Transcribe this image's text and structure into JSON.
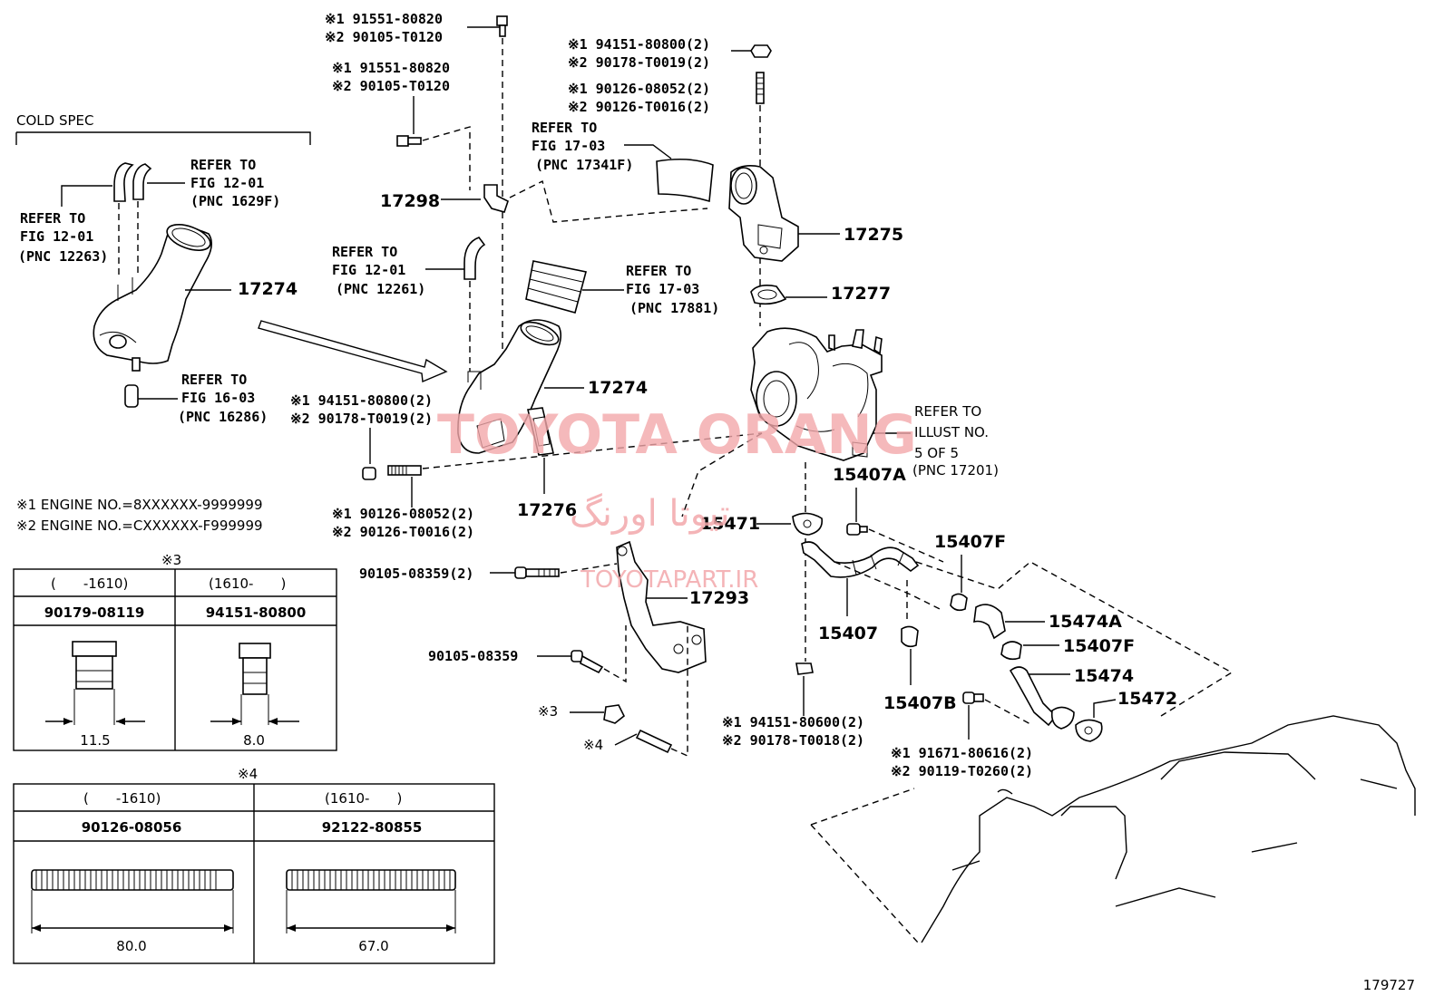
{
  "watermark": {
    "brand": "TOYOTA ORANG",
    "persian": "تیوتا اورنگ",
    "site": "TOYOTAPART.IR"
  },
  "figure_number": "179727",
  "cold_spec": "COLD SPEC",
  "engine_notes": [
    "※1 ENGINE NO.=8XXXXXX-9999999",
    "※2 ENGINE NO.=CXXXXXX-F999999"
  ],
  "refer_notes": {
    "fig1201_12263": [
      "REFER TO",
      "FIG 12-01",
      "(PNC 12263)"
    ],
    "fig1201_1629f": [
      "REFER TO",
      "FIG 12-01",
      "(PNC 1629F)"
    ],
    "fig1603": [
      "REFER TO",
      "FIG 16-03",
      "(PNC 16286)"
    ],
    "fig1201_12261": [
      "REFER TO",
      "FIG 12-01",
      "(PNC 12261)"
    ],
    "fig1703_17341f": [
      "REFER TO",
      "FIG 17-03",
      "(PNC 17341F)"
    ],
    "fig1703_17881": [
      "REFER TO",
      "FIG 17-03",
      "(PNC 17881)"
    ],
    "illust5": [
      "REFER TO",
      "ILLUST NO.",
      "5 OF 5",
      "(PNC 17201)"
    ]
  },
  "part_numbers": {
    "p17274_left": "17274",
    "p17274": "17274",
    "p17298": "17298",
    "p17275": "17275",
    "p17277": "17277",
    "p17276": "17276",
    "p17293": "17293",
    "p15407A": "15407A",
    "p15471": "15471",
    "p15407F_top": "15407F",
    "p15474A": "15474A",
    "p15407F_bot": "15407F",
    "p15407": "15407",
    "p15474": "15474",
    "p15472": "15472",
    "p15407B": "15407B"
  },
  "callouts": {
    "top_bolt": [
      "※1 91551-80820",
      "※2 90105-T0120"
    ],
    "mid_bolt": [
      "※1 91551-80820",
      "※2 90105-T0120"
    ],
    "top_nut": [
      "※1 94151-80800(2)",
      "※2 90178-T0019(2)"
    ],
    "top_stud": [
      "※1 90126-08052(2)",
      "※2 90126-T0016(2)"
    ],
    "left_nut": [
      "※1 94151-80800(2)",
      "※2 90178-T0019(2)"
    ],
    "left_stud": [
      "※1 90126-08052(2)",
      "※2 90126-T0016(2)"
    ],
    "bolt_90105_2": "90105-08359(2)",
    "bolt_90105": "90105-08359",
    "mark3": "※3",
    "mark4": "※4",
    "nut_946": [
      "※1 94151-80600(2)",
      "※2 90178-T0018(2)"
    ],
    "bolt_916": [
      "※1 91671-80616(2)",
      "※2 90119-T0260(2)"
    ]
  },
  "table3": {
    "title": "※3",
    "headers": [
      "(　　-1610)",
      "(1610-　　)"
    ],
    "parts": [
      "90179-08119",
      "94151-80800"
    ],
    "dims": [
      "11.5",
      "8.0"
    ]
  },
  "table4": {
    "title": "※4",
    "headers": [
      "(　　-1610)",
      "(1610-　　)"
    ],
    "parts": [
      "90126-08056",
      "92122-80855"
    ],
    "dims": [
      "80.0",
      "67.0"
    ]
  }
}
